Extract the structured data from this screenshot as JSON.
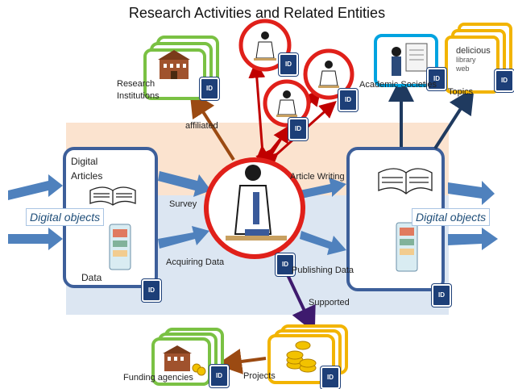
{
  "title": "Research Activities and Related Entities",
  "labels": {
    "research_institutions_line1": "Research",
    "research_institutions_line2": "Institutions",
    "affiliated": "affiliated",
    "digital_articles_line1": "Digital",
    "digital_articles_line2": "Articles",
    "digital_objects_left": "Digital objects",
    "digital_objects_right": "Digital objects",
    "data": "Data",
    "survey": "Survey",
    "acquiring_data": "Acquiring Data",
    "article_writing": "Article Writing",
    "publishing_data": "Publishing Data",
    "supported": "Supported",
    "academic_societies": "Academic Societies",
    "topics": "Topics",
    "projects": "Projects",
    "funding_agencies": "Funding agencies",
    "id_tag": "ID"
  },
  "tag_cloud_words": [
    "delicious",
    "library",
    "web"
  ],
  "colors": {
    "brown_arrow": "#9b4a12",
    "red_arrow": "#c00000",
    "purple_arrow": "#3e1a6e",
    "blue_arrow": "#4f81bd",
    "dark_blue_arrow": "#1f3a5f",
    "green_frame": "#7ac143",
    "yellow_frame": "#f2b400",
    "cyan_frame": "#00a3e0",
    "box_border": "#3d5f9a",
    "peach_band": "#fbe3cf",
    "light_blue_band": "#dce6f2",
    "red_circle": "#e0201a"
  }
}
